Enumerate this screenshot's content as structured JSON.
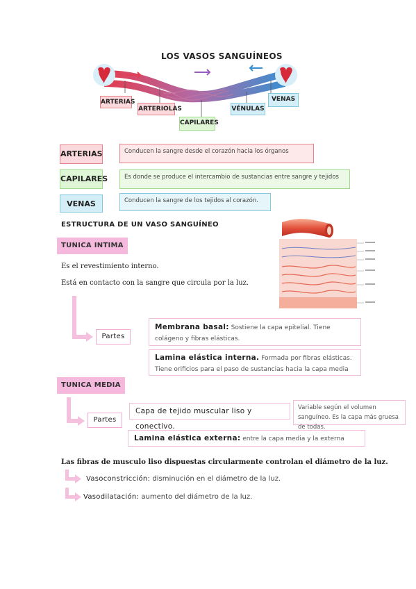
{
  "header": {
    "title": "LOS VASOS SANGUÍNEOS"
  },
  "diagram": {
    "labels": {
      "arterias": "ARTERIAS",
      "arteriolas": "ARTERIOLAS",
      "capilares": "CAPILARES",
      "venulas": "VÉNULAS",
      "venas": "VENAS"
    }
  },
  "legend": [
    {
      "key": "ARTERIAS",
      "desc": "Conducen la sangre desde el corazón hacia los órganos"
    },
    {
      "key": "CAPILARES",
      "desc": "Es donde se produce el intercambio de sustancias entre sangre y tejidos"
    },
    {
      "key": "VENAS",
      "desc": "Conducen la sangre de los tejidos al corazón."
    }
  ],
  "estructura": {
    "heading": "ESTRUCTURA DE UN VASO SANGUÍNEO"
  },
  "tunica_intima": {
    "heading": "TUNICA INTIMA",
    "line1": "Es el revestimiento interno.",
    "line2": "Está en contacto con la sangre que circula por la luz.",
    "partes": "Partes",
    "item1_title": "Membrana basal:",
    "item1_text": "Sostiene la capa epitelial. Tiene colágeno y fibras elásticas.",
    "item2_title": "Lamina elástica interna.",
    "item2_text": "Formada por fibras elásticas. Tiene orificios para el paso de sustancias hacia la capa media"
  },
  "tunica_media": {
    "heading": "TUNICA MEDIA",
    "partes": "Partes",
    "item1_title": "Capa de tejido muscular liso y conectivo.",
    "item1_note": "Variable según el volumen sanguíneo. Es la capa más gruesa de todas.",
    "item2_title": "Lamina elástica externa:",
    "item2_text": "entre la capa media y la externa"
  },
  "musculo": {
    "line": "Las fibras de musculo liso dispuestas circularmente controlan el diámetro de la luz.",
    "item1_title": "Vasoconstricción:",
    "item1_text": "disminución en el diámetro de la luz.",
    "item2_title": "Vasodilatación:",
    "item2_text": "aumento del diámetro de la luz."
  },
  "colors": {
    "red": "#e8828c",
    "blue": "#86c8dd",
    "green": "#9fdb8a",
    "pink": "#f4b9dd"
  }
}
